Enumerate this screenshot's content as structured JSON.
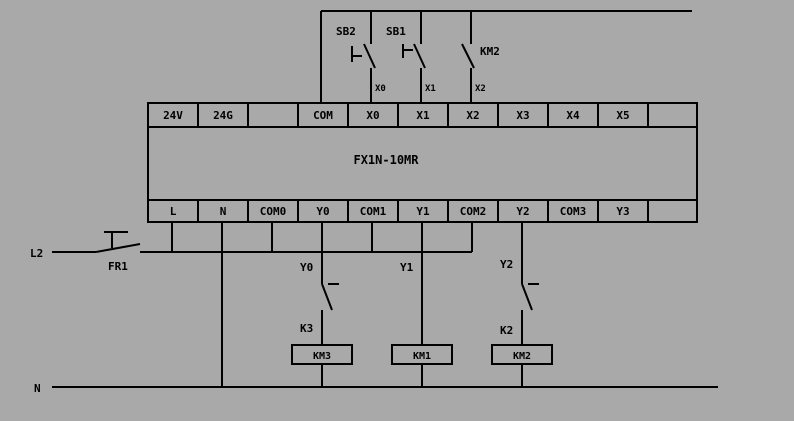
{
  "plc": {
    "model": "FX1N-10MR",
    "top_terminals": [
      "24V",
      "24G",
      "",
      "COM",
      "X0",
      "X1",
      "X2",
      "X3",
      "X4",
      "X5",
      ""
    ],
    "bottom_terminals": [
      "L",
      "N",
      "COM0",
      "Y0",
      "COM1",
      "Y1",
      "COM2",
      "Y2",
      "COM3",
      "Y3",
      ""
    ]
  },
  "inputs": {
    "sb2": "SB2",
    "sb1": "SB1",
    "km2": "KM2",
    "x0": "X0",
    "x1": "X1",
    "x2": "X2"
  },
  "power": {
    "l2": "L2",
    "fr1": "FR1",
    "n": "N"
  },
  "outputs": {
    "y0": "Y0",
    "y1": "Y1",
    "y2": "Y2",
    "k3": "K3",
    "k2": "K2",
    "coils": [
      "KM3",
      "KM1",
      "KM2"
    ]
  },
  "colors": {
    "background": "#a9a9a9",
    "line": "#000000"
  }
}
